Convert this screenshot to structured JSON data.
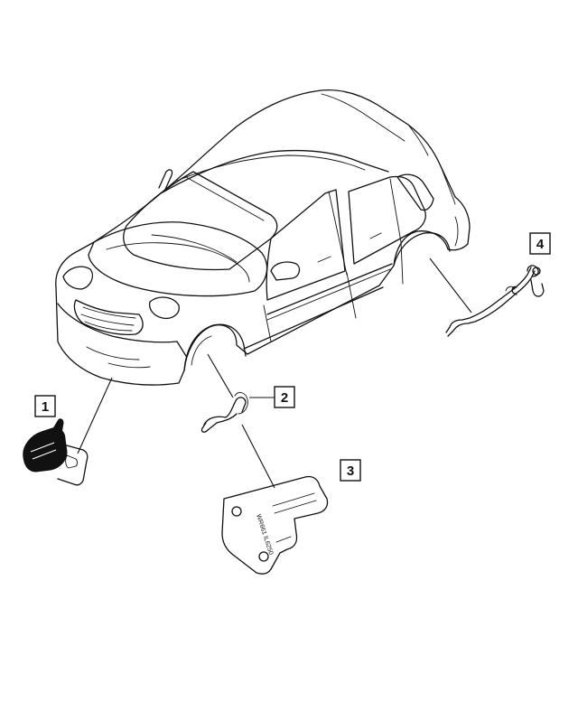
{
  "callouts": [
    {
      "number": "1",
      "part": "key-fob"
    },
    {
      "number": "2",
      "part": "wire-clip"
    },
    {
      "number": "3",
      "part": "key-code-tag"
    },
    {
      "number": "4",
      "part": "antenna-cable"
    }
  ],
  "tag_code": "WR661 IL6250",
  "colors": {
    "ink": "#111111",
    "paper": "#ffffff"
  }
}
